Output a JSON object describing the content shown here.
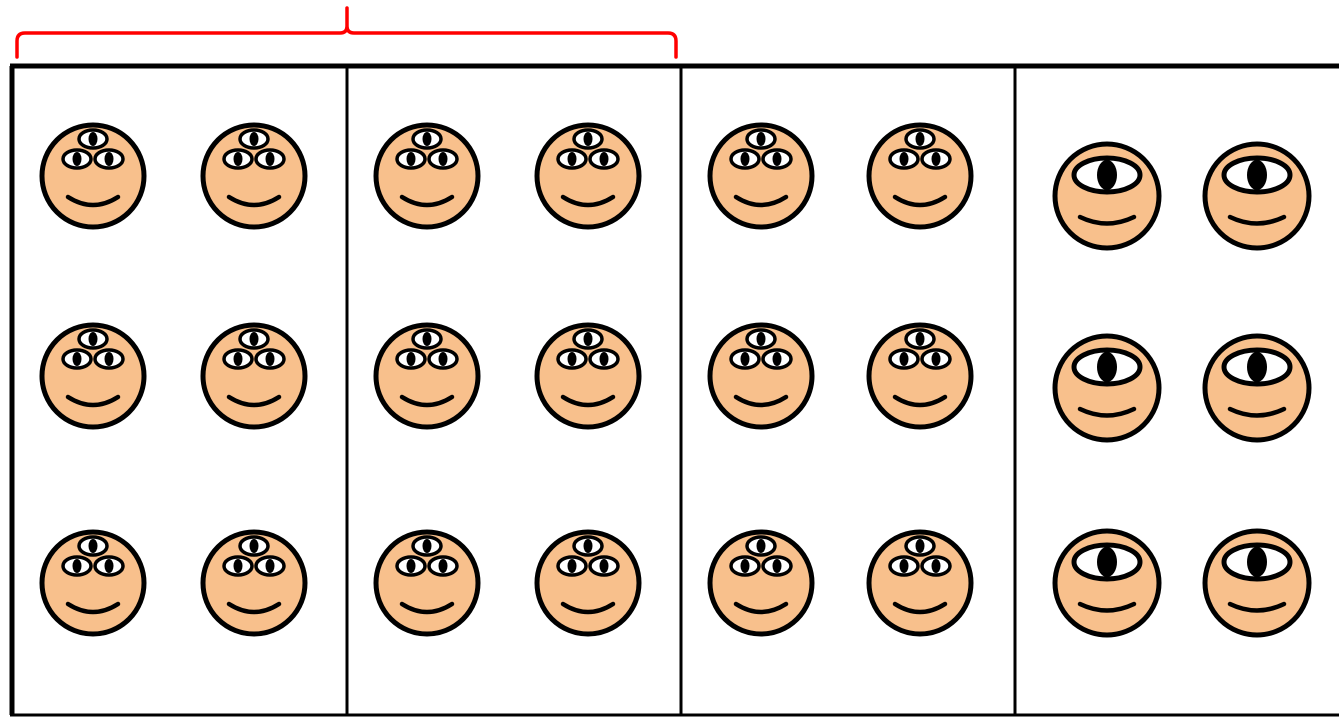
{
  "colors": {
    "background": "#ffffff",
    "bracket": "#ff0000",
    "face_fill": "#f8c08c",
    "outline": "#000000",
    "eye_white": "#ffffff"
  },
  "bracket": {
    "spans_panels": 2,
    "icon": "curly-brace-icon"
  },
  "panels": [
    {
      "face_type": "three-eyed",
      "icon": "three-eyed-smiley-face-icon",
      "rows": 3,
      "cols": 2
    },
    {
      "face_type": "three-eyed",
      "icon": "three-eyed-smiley-face-icon",
      "rows": 3,
      "cols": 2
    },
    {
      "face_type": "three-eyed",
      "icon": "three-eyed-smiley-face-icon",
      "rows": 3,
      "cols": 2
    },
    {
      "face_type": "one-eyed",
      "icon": "one-eyed-smiley-face-icon",
      "rows": 3,
      "cols": 2
    }
  ]
}
